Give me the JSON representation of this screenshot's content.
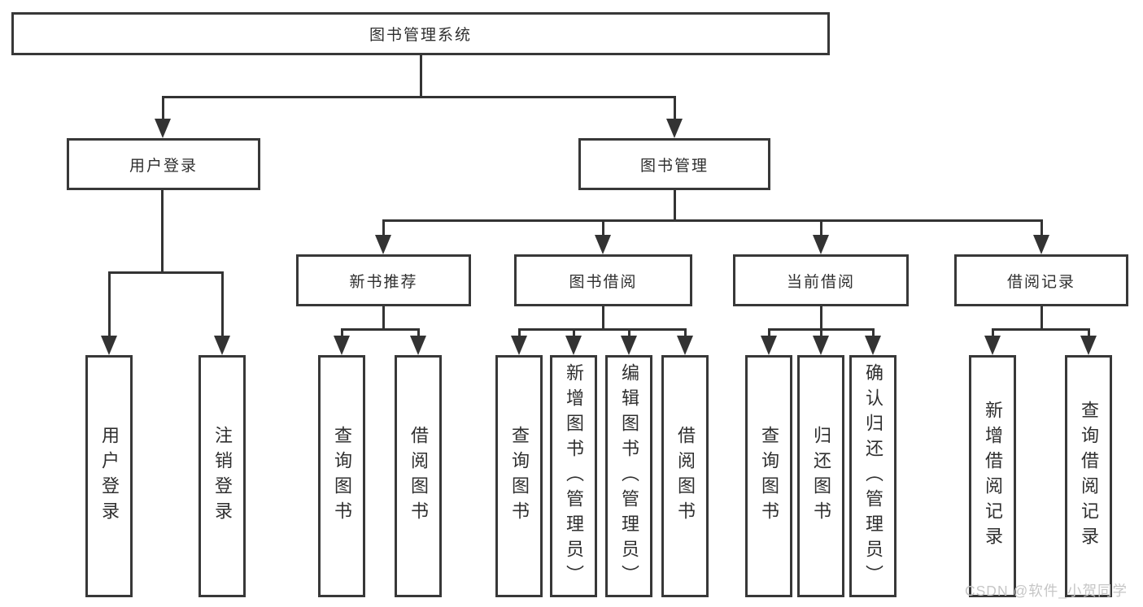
{
  "diagram": {
    "title": "图书管理系统",
    "nodes": {
      "root": {
        "label": "图书管理系统"
      },
      "userLogin": {
        "label": "用户登录"
      },
      "bookManagement": {
        "label": "图书管理"
      },
      "newBookRecommend": {
        "label": "新书推荐"
      },
      "bookBorrow": {
        "label": "图书借阅"
      },
      "currentBorrow": {
        "label": "当前借阅"
      },
      "borrowRecords": {
        "label": "借阅记录"
      }
    },
    "leaves": {
      "userLogin": [
        {
          "label": "用户登录"
        },
        {
          "label": "注销登录"
        }
      ],
      "newBookRecommend": [
        {
          "label": "查询图书"
        },
        {
          "label": "借阅图书"
        }
      ],
      "bookBorrow": [
        {
          "label": "查询图书"
        },
        {
          "label": "新增图书（管理员）"
        },
        {
          "label": "编辑图书（管理员）"
        },
        {
          "label": "借阅图书"
        }
      ],
      "currentBorrow": [
        {
          "label": "查询图书"
        },
        {
          "label": "归还图书"
        },
        {
          "label": "确认归还（管理员）"
        }
      ],
      "borrowRecords": [
        {
          "label": "新增借阅记录"
        },
        {
          "label": "查询借阅记录"
        }
      ]
    }
  },
  "watermark": {
    "text": "CSDN @软件_小贺同学"
  },
  "colors": {
    "line": "#333333",
    "border": "#383838",
    "text": "#2f2f2f",
    "background": "#ffffff",
    "watermark": "#c6c6c6"
  }
}
